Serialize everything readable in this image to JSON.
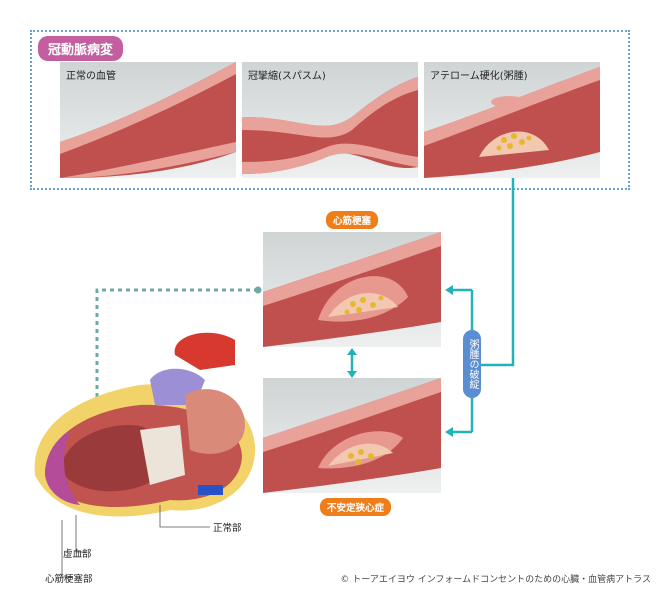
{
  "title": "冠動脈病変",
  "panels": [
    {
      "label": "正常の血管"
    },
    {
      "label": "冠攣縮(スパスム)"
    },
    {
      "label": "アテローム硬化(粥腫)"
    }
  ],
  "outcomes": {
    "top": "心筋梗塞",
    "bottom": "不安定狭心症"
  },
  "connector_label": "粥腫の破綻",
  "heart_labels": {
    "normal": "正常部",
    "ischemic": "虚血部",
    "infarct": "心筋梗塞部"
  },
  "copyright": "© トーアエイヨウ インフォームドコンセントのための心臓・血管病アトラス",
  "colors": {
    "title": "#c35f9f",
    "badge": "#ef7d1a",
    "connector": "#22b3b8",
    "rupture": "#5b8dd2"
  }
}
